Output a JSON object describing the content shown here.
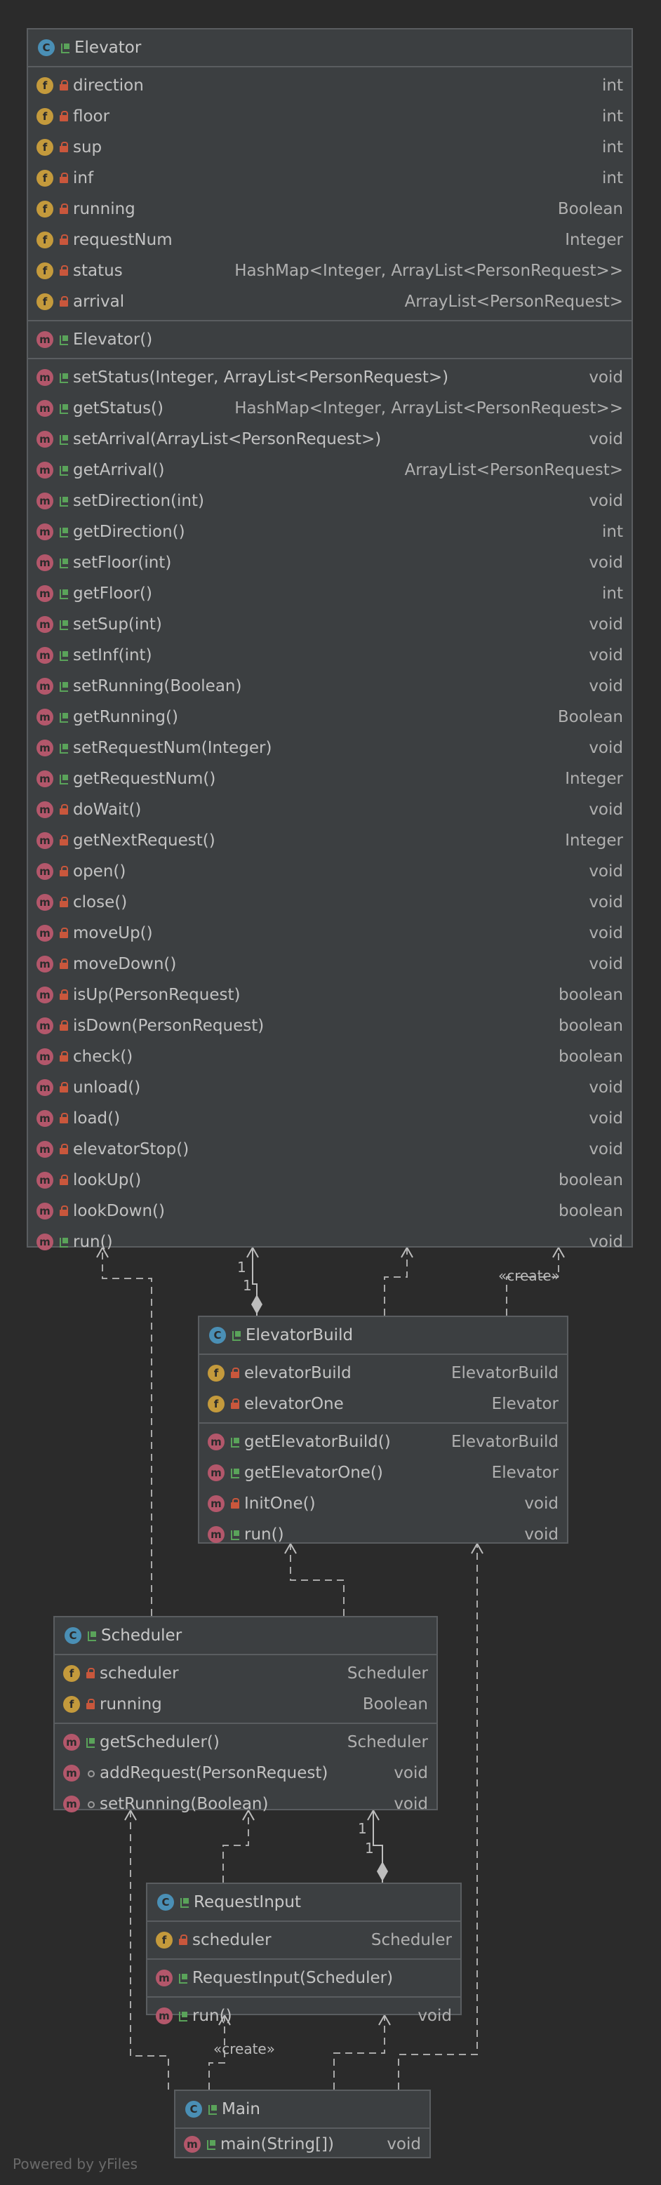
{
  "classes": {
    "elevator": {
      "name": "Elevator",
      "fields": [
        {
          "name": "direction",
          "type": "int"
        },
        {
          "name": "floor",
          "type": "int"
        },
        {
          "name": "sup",
          "type": "int"
        },
        {
          "name": "inf",
          "type": "int"
        },
        {
          "name": "running",
          "type": "Boolean"
        },
        {
          "name": "requestNum",
          "type": "Integer"
        },
        {
          "name": "status",
          "type": "HashMap<Integer, ArrayList<PersonRequest>>"
        },
        {
          "name": "arrival",
          "type": "ArrayList<PersonRequest>"
        }
      ],
      "ctor": {
        "name": "Elevator()",
        "type": ""
      },
      "methods": [
        {
          "name": "setStatus(Integer, ArrayList<PersonRequest>)",
          "type": "void",
          "vis": "pub"
        },
        {
          "name": "getStatus()",
          "type": "HashMap<Integer, ArrayList<PersonRequest>>",
          "vis": "pub"
        },
        {
          "name": "setArrival(ArrayList<PersonRequest>)",
          "type": "void",
          "vis": "pub"
        },
        {
          "name": "getArrival()",
          "type": "ArrayList<PersonRequest>",
          "vis": "pub"
        },
        {
          "name": "setDirection(int)",
          "type": "void",
          "vis": "pub"
        },
        {
          "name": "getDirection()",
          "type": "int",
          "vis": "pub"
        },
        {
          "name": "setFloor(int)",
          "type": "void",
          "vis": "pub"
        },
        {
          "name": "getFloor()",
          "type": "int",
          "vis": "pub"
        },
        {
          "name": "setSup(int)",
          "type": "void",
          "vis": "pub"
        },
        {
          "name": "setInf(int)",
          "type": "void",
          "vis": "pub"
        },
        {
          "name": "setRunning(Boolean)",
          "type": "void",
          "vis": "pub"
        },
        {
          "name": "getRunning()",
          "type": "Boolean",
          "vis": "pub"
        },
        {
          "name": "setRequestNum(Integer)",
          "type": "void",
          "vis": "pub"
        },
        {
          "name": "getRequestNum()",
          "type": "Integer",
          "vis": "pub"
        },
        {
          "name": "doWait()",
          "type": "void",
          "vis": "priv"
        },
        {
          "name": "getNextRequest()",
          "type": "Integer",
          "vis": "priv"
        },
        {
          "name": "open()",
          "type": "void",
          "vis": "priv"
        },
        {
          "name": "close()",
          "type": "void",
          "vis": "priv"
        },
        {
          "name": "moveUp()",
          "type": "void",
          "vis": "priv"
        },
        {
          "name": "moveDown()",
          "type": "void",
          "vis": "priv"
        },
        {
          "name": "isUp(PersonRequest)",
          "type": "boolean",
          "vis": "priv"
        },
        {
          "name": "isDown(PersonRequest)",
          "type": "boolean",
          "vis": "priv"
        },
        {
          "name": "check()",
          "type": "boolean",
          "vis": "priv"
        },
        {
          "name": "unload()",
          "type": "void",
          "vis": "priv"
        },
        {
          "name": "load()",
          "type": "void",
          "vis": "priv"
        },
        {
          "name": "elevatorStop()",
          "type": "void",
          "vis": "priv"
        },
        {
          "name": "lookUp()",
          "type": "boolean",
          "vis": "priv"
        },
        {
          "name": "lookDown()",
          "type": "boolean",
          "vis": "priv"
        },
        {
          "name": "run()",
          "type": "void",
          "vis": "pub"
        }
      ]
    },
    "elevatorBuild": {
      "name": "ElevatorBuild",
      "fields": [
        {
          "name": "elevatorBuild",
          "type": "ElevatorBuild"
        },
        {
          "name": "elevatorOne",
          "type": "Elevator"
        }
      ],
      "methods": [
        {
          "name": "getElevatorBuild()",
          "type": "ElevatorBuild",
          "vis": "pub"
        },
        {
          "name": "getElevatorOne()",
          "type": "Elevator",
          "vis": "pub"
        },
        {
          "name": "InitOne()",
          "type": "void",
          "vis": "priv"
        },
        {
          "name": "run()",
          "type": "void",
          "vis": "pub"
        }
      ]
    },
    "scheduler": {
      "name": "Scheduler",
      "fields": [
        {
          "name": "scheduler",
          "type": "Scheduler"
        },
        {
          "name": "running",
          "type": "Boolean"
        }
      ],
      "methods": [
        {
          "name": "getScheduler()",
          "type": "Scheduler",
          "vis": "pub"
        },
        {
          "name": "addRequest(PersonRequest)",
          "type": "void",
          "vis": "pkg"
        },
        {
          "name": "setRunning(Boolean)",
          "type": "void",
          "vis": "pkg"
        }
      ]
    },
    "requestInput": {
      "name": "RequestInput",
      "fields": [
        {
          "name": "scheduler",
          "type": "Scheduler"
        }
      ],
      "ctor": {
        "name": "RequestInput(Scheduler)",
        "type": ""
      },
      "methods": [
        {
          "name": "run()",
          "type": "void",
          "vis": "pub"
        }
      ]
    },
    "main": {
      "name": "Main",
      "methods": [
        {
          "name": "main(String[])",
          "type": "void",
          "vis": "pub"
        }
      ]
    }
  },
  "labels": {
    "create1": "«create»",
    "create2": "«create»",
    "mult_1a": "1",
    "mult_1b": "1",
    "mult_2a": "1",
    "mult_2b": "1"
  },
  "footer": "Powered by yFiles",
  "colors": {
    "class_icon": "#4a8fb5",
    "field_icon": "#c49a3c",
    "method_icon": "#b3576b",
    "public": "#5aa35a",
    "private": "#c9573c"
  }
}
